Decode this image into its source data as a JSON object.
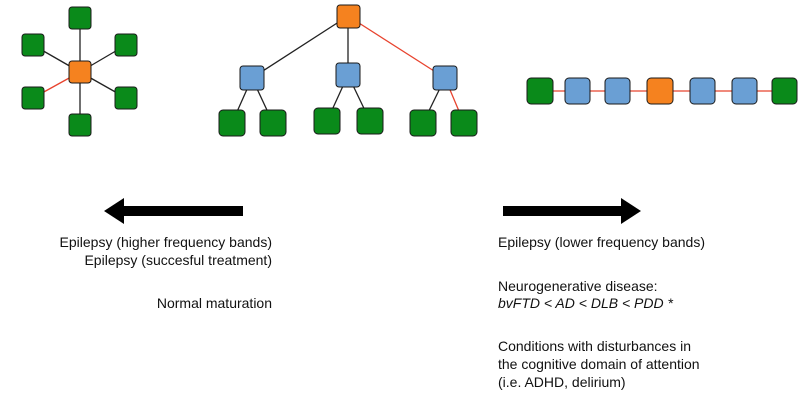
{
  "node_colors": {
    "hub": "#f5821f",
    "intermediate": "#6a9fd4",
    "leaf": "#0a8a1a",
    "hub_edge": "#e8432e",
    "normal_edge": "#222222"
  },
  "topologies": [
    {
      "name": "star",
      "nodes": 7,
      "hub_count": 1
    },
    {
      "name": "hierarchical-tree",
      "nodes": 10,
      "hub_count": 1
    },
    {
      "name": "line",
      "nodes": 7,
      "hub_count": 1
    }
  ],
  "arrows": {
    "left_direction": "toward-star",
    "right_direction": "toward-line"
  },
  "left_text": {
    "line1": "Epilepsy (higher frequency bands)",
    "line2": "Epilepsy (succesful treatment)",
    "line3": "Normal maturation"
  },
  "right_text": {
    "line1": "Epilepsy (lower frequency bands)",
    "line2": "Neurogenerative disease:",
    "line3": "bvFTD < AD < DLB < PDD *",
    "line4": "Conditions with disturbances in",
    "line5": "the cognitive domain of attention",
    "line6": "(i.e. ADHD, delirium)"
  }
}
